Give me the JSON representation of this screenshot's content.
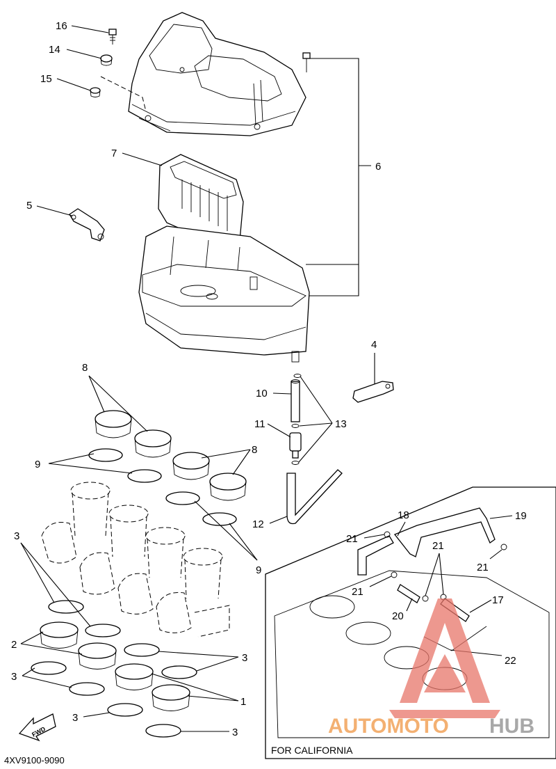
{
  "callouts": {
    "c1": "1",
    "c2": "2",
    "c3a": "3",
    "c3b": "3",
    "c3c": "3",
    "c3d": "3",
    "c3e": "3",
    "c4": "4",
    "c5": "5",
    "c6": "6",
    "c7": "7",
    "c8a": "8",
    "c8b": "8",
    "c9a": "9",
    "c9b": "9",
    "c10": "10",
    "c11": "11",
    "c12": "12",
    "c13": "13",
    "c14": "14",
    "c15": "15",
    "c16": "16",
    "c17": "17",
    "c18": "18",
    "c19": "19",
    "c20": "20",
    "c21a": "21",
    "c21b": "21",
    "c21c": "21",
    "c21d": "21",
    "c22": "22"
  },
  "inset": {
    "caption": "FOR CALIFORNIA"
  },
  "fwd": "FWD",
  "drawing_number": "4XV9100-9090",
  "watermark": {
    "brand_a": "AUTOMOTO",
    "brand_b": "HUB",
    "color_a": "#f2a35a",
    "color_b": "#9a9a9a",
    "mark_color": "#e8766a"
  }
}
